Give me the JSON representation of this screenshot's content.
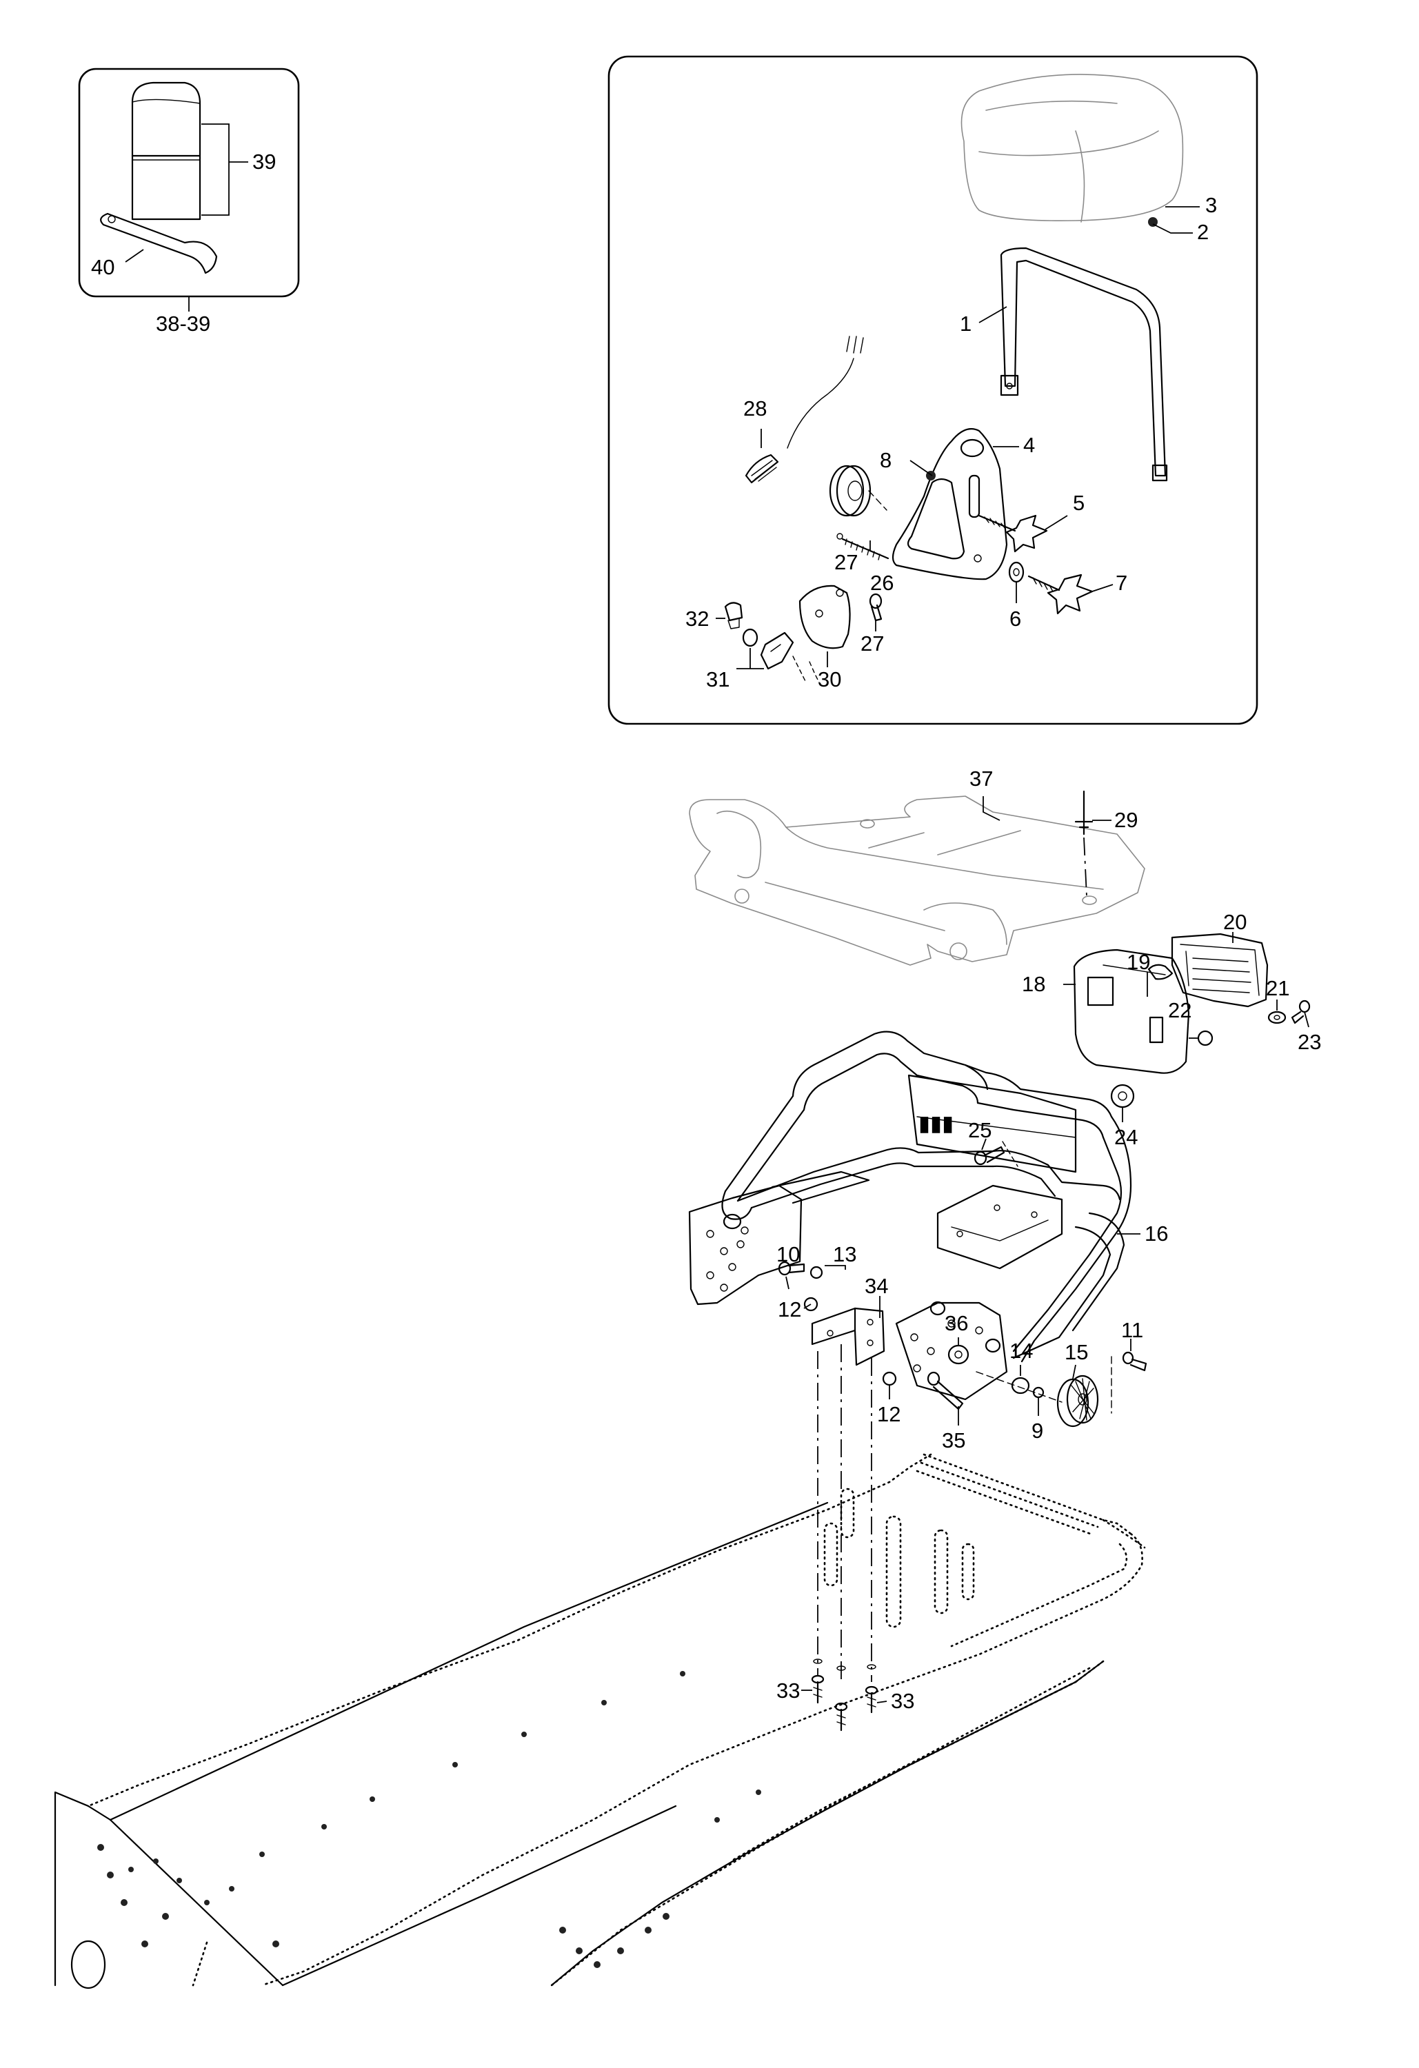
{
  "callouts": {
    "c1": "1",
    "c2": "2",
    "c3": "3",
    "c4": "4",
    "c5": "5",
    "c6": "6",
    "c7": "7",
    "c8": "8",
    "c9": "9",
    "c10": "10",
    "c11": "11",
    "c12a": "12",
    "c12b": "12",
    "c13": "13",
    "c14": "14",
    "c15": "15",
    "c16": "16",
    "c18": "18",
    "c19": "19",
    "c20": "20",
    "c21": "21",
    "c22": "22",
    "c23": "23",
    "c24": "24",
    "c25": "25",
    "c26": "26",
    "c27a": "27",
    "c27b": "27",
    "c28": "28",
    "c29": "29",
    "c30": "30",
    "c31": "31",
    "c32": "32",
    "c33a": "33",
    "c33b": "33",
    "c34": "34",
    "c35": "35",
    "c36": "36",
    "c37": "37",
    "c39": "39",
    "c40": "40",
    "kit": "38-39"
  }
}
